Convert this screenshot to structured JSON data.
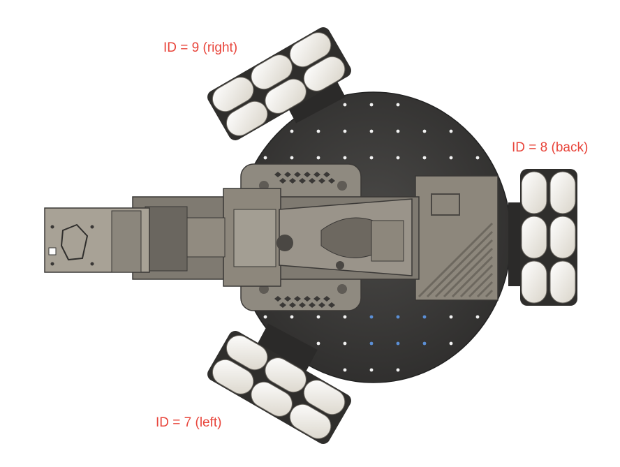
{
  "labels": {
    "right_wheel": "ID = 9 (right)",
    "back_wheel": "ID = 8 (back)",
    "left_wheel": "ID = 7 (left)"
  },
  "colors": {
    "label_text": "#e8443a",
    "base_plate": "#3b3a38",
    "arm_body": "#8d877c",
    "arm_dark": "#4a4743",
    "wheel_roller": "#ece8e0",
    "wheel_hub": "#2f2e2c",
    "highlight_hole": "#5b8fd6"
  },
  "icons": [
    "mobile-base-plate",
    "robot-arm",
    "gripper",
    "control-box",
    "omni-wheel"
  ]
}
